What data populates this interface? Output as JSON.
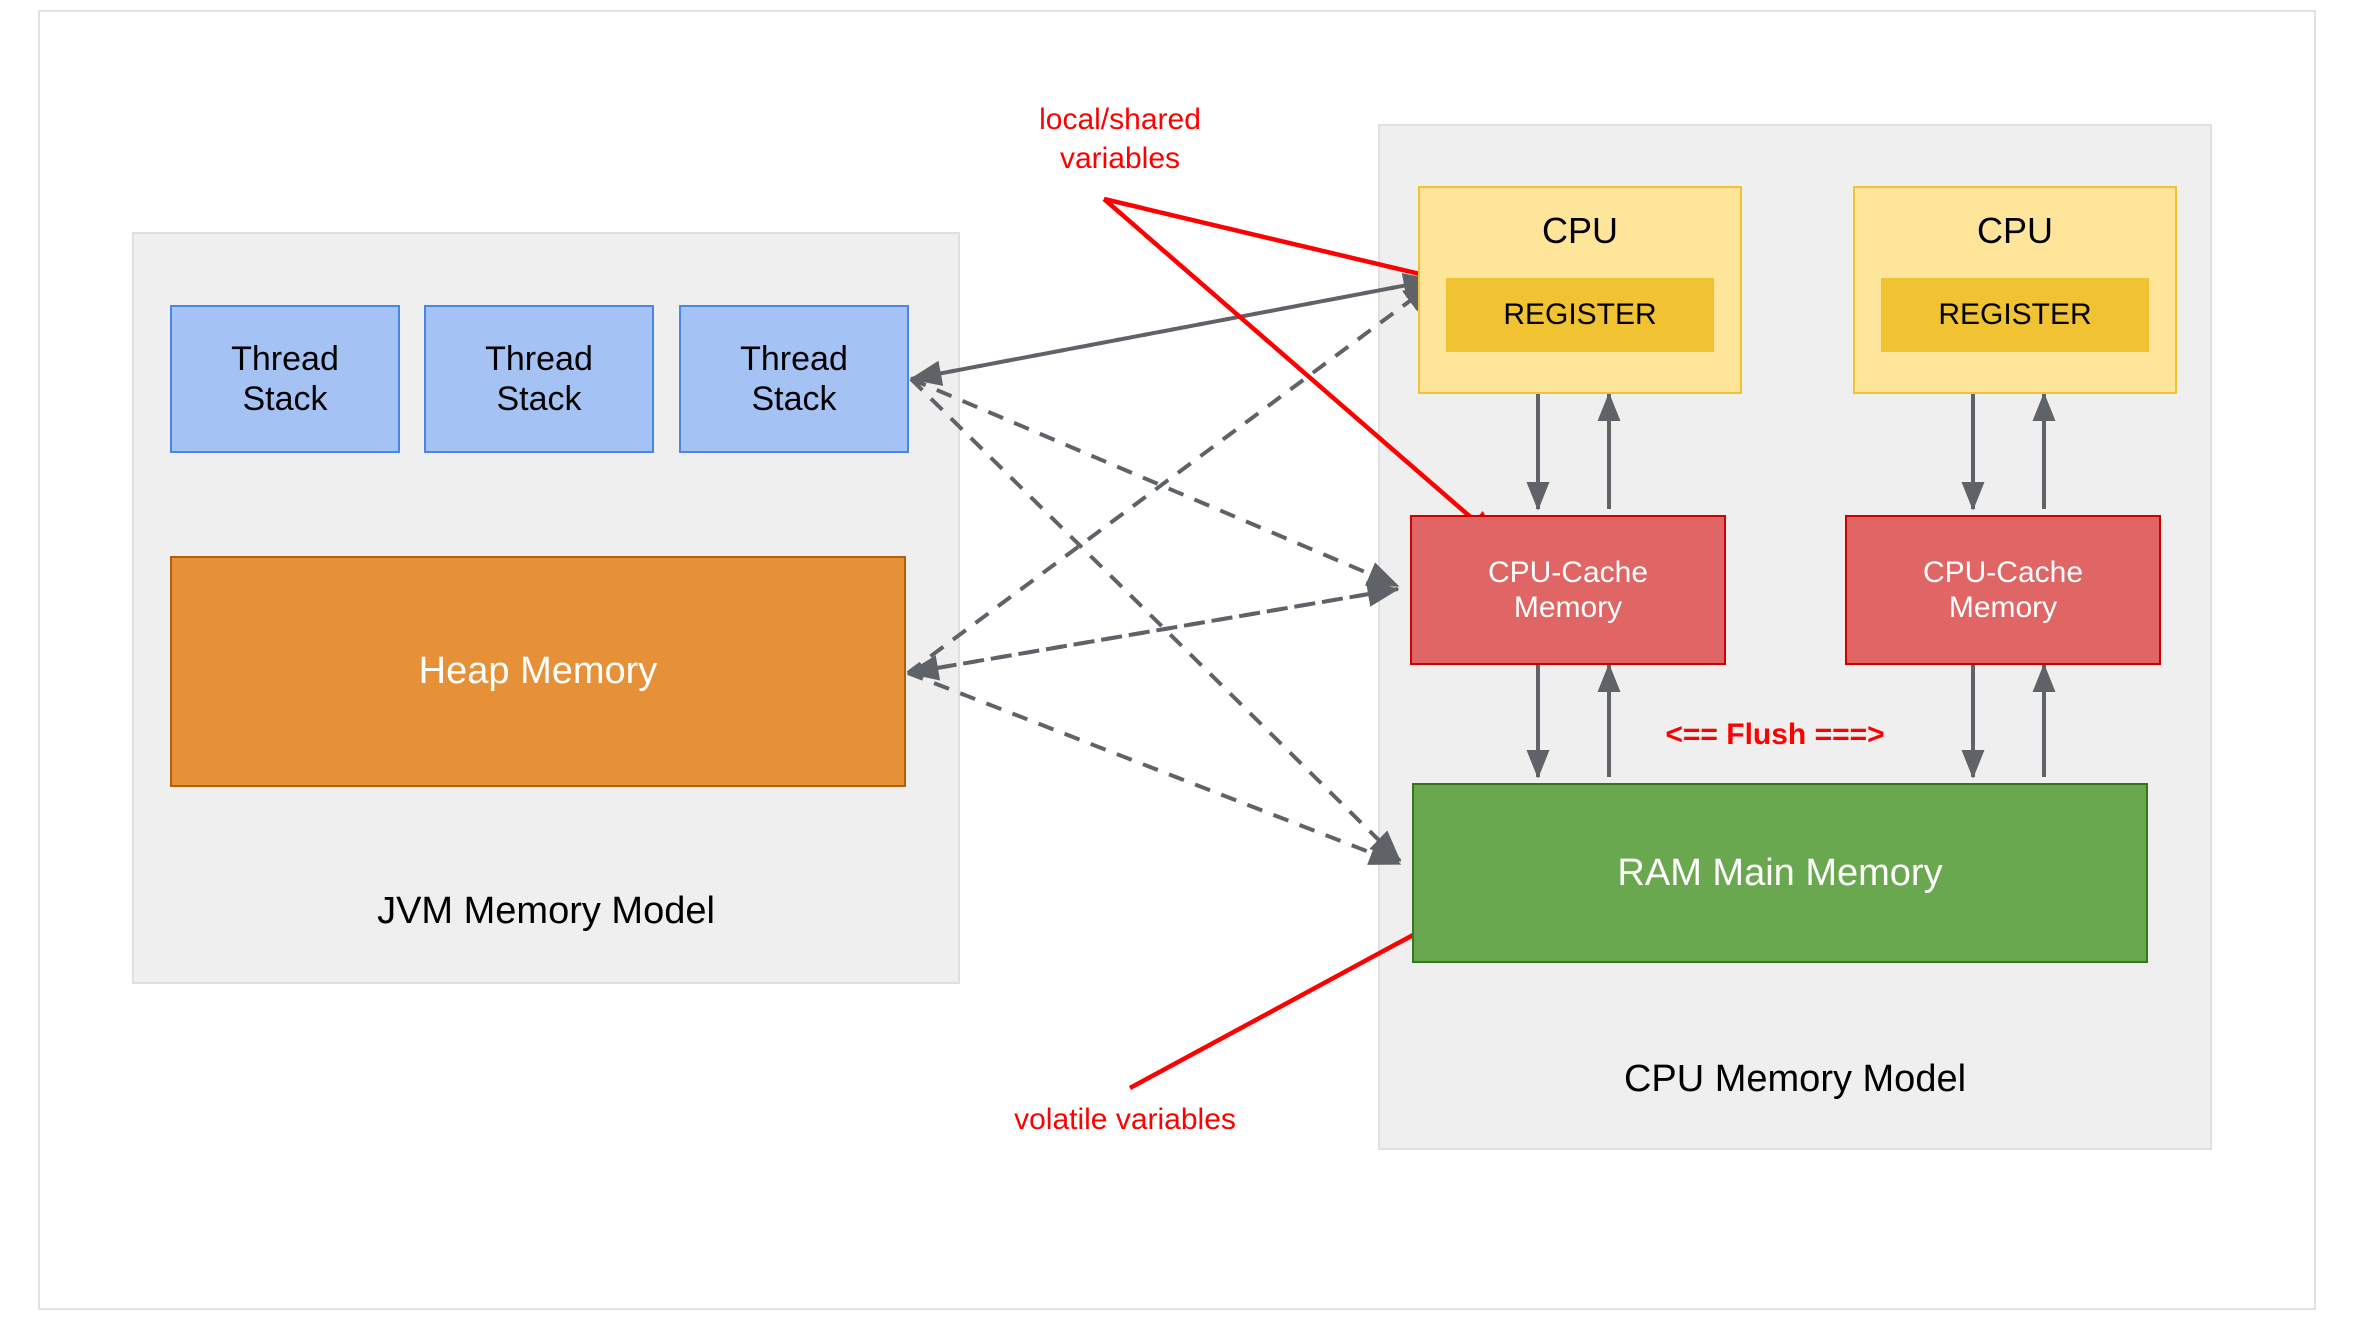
{
  "diagram": {
    "panels": [
      {
        "id": "jvm",
        "title": "JVM Memory Model"
      },
      {
        "id": "cpu",
        "title": "CPU Memory Model"
      }
    ],
    "jvm": {
      "thread_stacks": [
        {
          "label": "Thread\nStack"
        },
        {
          "label": "Thread\nStack"
        },
        {
          "label": "Thread\nStack"
        }
      ],
      "heap": {
        "label": "Heap Memory"
      }
    },
    "cpu": {
      "cores": [
        {
          "cpu_label": "CPU",
          "register_label": "REGISTER",
          "cache_label": "CPU-Cache\nMemory"
        },
        {
          "cpu_label": "CPU",
          "register_label": "REGISTER",
          "cache_label": "CPU-Cache\nMemory"
        }
      ],
      "ram": {
        "label": "RAM Main Memory"
      },
      "flush_label": "<== Flush ===>"
    },
    "annotations": [
      {
        "id": "local-shared",
        "text": "local/shared\nvariables"
      },
      {
        "id": "volatile",
        "text": "volatile variables"
      }
    ],
    "colors": {
      "thread_stack_fill": "#a4c2f4",
      "thread_stack_stroke": "#4a86e8",
      "heap_fill": "#e69138",
      "heap_stroke": "#b45f06",
      "cpu_fill": "#ffe599",
      "cpu_stroke": "#f1c232",
      "register_fill": "#f1c232",
      "cache_fill": "#e06666",
      "cache_stroke": "#cc0000",
      "ram_fill": "#6aa84f",
      "ram_stroke": "#38761d",
      "panel_fill": "#efefef",
      "panel_stroke": "#e0e0e0",
      "annotation_red": "#ff0000",
      "edge_gray": "#5f6368"
    }
  }
}
